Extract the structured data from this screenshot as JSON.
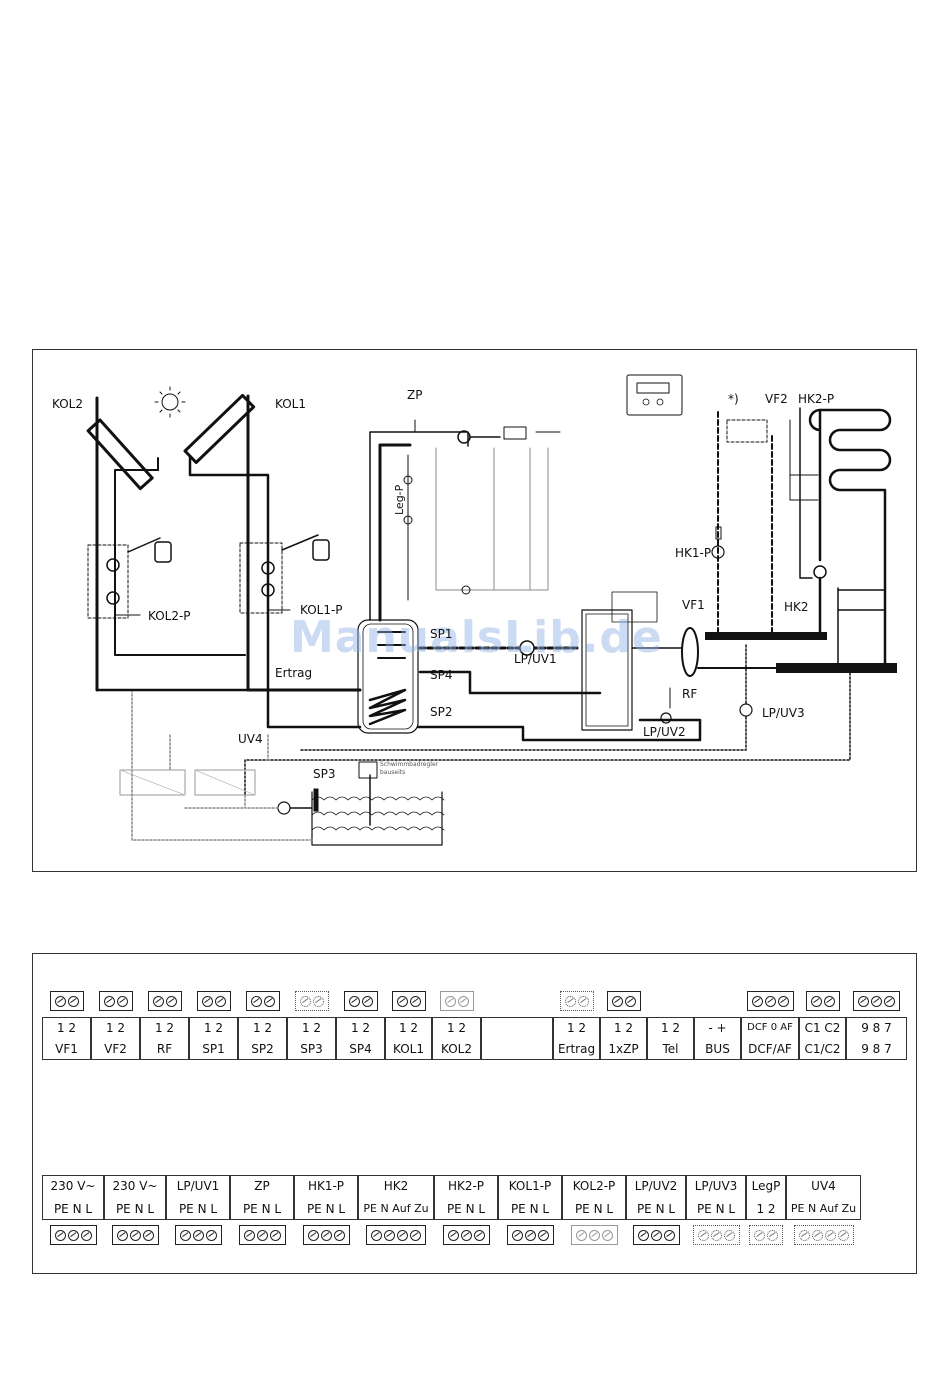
{
  "schematic": {
    "watermark": "ManualsLib.de",
    "labels": {
      "kol2": "KOL2",
      "kol1": "KOL1",
      "zp": "ZP",
      "leg_p": "Leg-P",
      "kol2_p": "KOL2-P",
      "kol1_p": "KOL1-P",
      "ertrag": "Ertrag",
      "sp1": "SP1",
      "sp4": "SP4",
      "sp2": "SP2",
      "sp3": "SP3",
      "uv4": "UV4",
      "lp_uv1": "LP/UV1",
      "lp_uv2": "LP/UV2",
      "lp_uv3": "LP/UV3",
      "rf": "RF",
      "vf1": "VF1",
      "vf2": "VF2",
      "hk1_p": "HK1-P",
      "hk2_p": "HK2-P",
      "hk2": "HK2",
      "asterisk": "*)",
      "pool_regulator_line1": "Schwimmbadregler",
      "pool_regulator_line2": "bauseits"
    }
  },
  "top_strip": [
    {
      "pins": "1  2",
      "name": "VF1",
      "term": 2,
      "style": "solid"
    },
    {
      "pins": "1  2",
      "name": "VF2",
      "term": 2,
      "style": "solid"
    },
    {
      "pins": "1  2",
      "name": "RF",
      "term": 2,
      "style": "solid"
    },
    {
      "pins": "1  2",
      "name": "SP1",
      "term": 2,
      "style": "solid"
    },
    {
      "pins": "1  2",
      "name": "SP2",
      "term": 2,
      "style": "solid"
    },
    {
      "pins": "1  2",
      "name": "SP3",
      "term": 2,
      "style": "dotted"
    },
    {
      "pins": "1  2",
      "name": "SP4",
      "term": 2,
      "style": "solid"
    },
    {
      "pins": "1  2",
      "name": "KOL1",
      "term": 2,
      "style": "solid"
    },
    {
      "pins": "1  2",
      "name": "KOL2",
      "term": 2,
      "style": "grey"
    },
    {
      "pins": "",
      "name": "",
      "term": 0,
      "style": "none"
    },
    {
      "pins": "1  2",
      "name": "Ertrag",
      "term": 2,
      "style": "dotted"
    },
    {
      "pins": "1  2",
      "name": "1xZP",
      "term": 2,
      "style": "solid"
    },
    {
      "pins": "1  2",
      "name": "Tel",
      "term": 0,
      "style": "none"
    },
    {
      "pins": "-   +",
      "name": "BUS",
      "term": 0,
      "style": "none"
    },
    {
      "pins": "DCF 0  AF",
      "name": "DCF/AF",
      "term": 3,
      "style": "solid"
    },
    {
      "pins": "C1  C2",
      "name": "C1/C2",
      "term": 2,
      "style": "solid"
    },
    {
      "pins": "9  8  7",
      "name": "9 8 7",
      "term": 3,
      "style": "solid"
    }
  ],
  "bottom_strip": [
    {
      "name": "230 V~",
      "pins": "PE  N  L",
      "term": 3,
      "style": "solid"
    },
    {
      "name": "230 V~",
      "pins": "PE  N  L",
      "term": 3,
      "style": "solid"
    },
    {
      "name": "LP/UV1",
      "pins": "PE  N  L",
      "term": 3,
      "style": "solid"
    },
    {
      "name": "ZP",
      "pins": "PE  N  L",
      "term": 3,
      "style": "solid"
    },
    {
      "name": "HK1-P",
      "pins": "PE  N  L",
      "term": 3,
      "style": "solid"
    },
    {
      "name": "HK2",
      "pins": "PE N Auf Zu",
      "term": 4,
      "style": "solid"
    },
    {
      "name": "HK2-P",
      "pins": "PE  N  L",
      "term": 3,
      "style": "solid"
    },
    {
      "name": "KOL1-P",
      "pins": "PE  N  L",
      "term": 3,
      "style": "solid"
    },
    {
      "name": "KOL2-P",
      "pins": "PE  N  L",
      "term": 3,
      "style": "grey"
    },
    {
      "name": "LP/UV2",
      "pins": "PE  N  L",
      "term": 3,
      "style": "solid"
    },
    {
      "name": "LP/UV3",
      "pins": "PE  N  L",
      "term": 3,
      "style": "dotted"
    },
    {
      "name": "LegP",
      "pins": "1  2",
      "term": 2,
      "style": "dotted"
    },
    {
      "name": "UV4",
      "pins": "PE N Auf Zu",
      "term": 4,
      "style": "dotted"
    }
  ]
}
